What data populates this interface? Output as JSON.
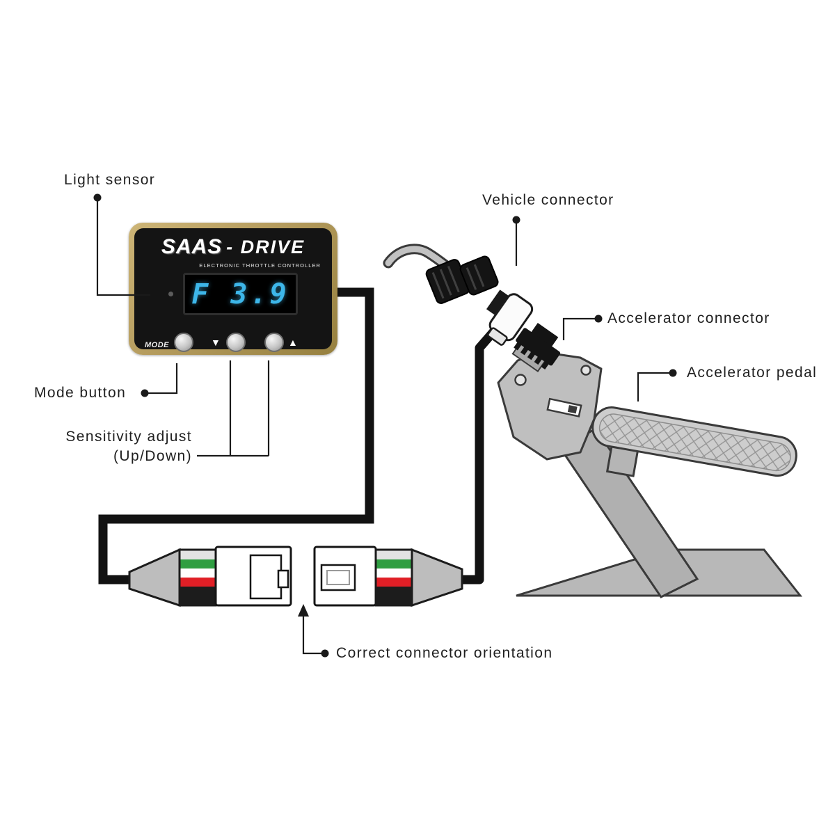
{
  "device": {
    "brand": "SAAS",
    "brand_suffix": "- DRIVE",
    "subtitle": "ELECTRONIC THROTTLE CONTROLLER",
    "display_value": "F 3.9",
    "mode_label": "MODE",
    "down_glyph": "▼",
    "up_glyph": "▲"
  },
  "labels": {
    "light_sensor": "Light sensor",
    "vehicle_connector": "Vehicle connector",
    "accelerator_connector": "Accelerator connector",
    "accelerator_pedal": "Accelerator pedal",
    "mode_button": "Mode button",
    "sensitivity_line1": "Sensitivity adjust",
    "sensitivity_line2": "(Up/Down)",
    "correct_connector": "Correct connector orientation"
  },
  "colors": {
    "display_digits": "#3db6e9",
    "device_frame_gold": "#b59c5e",
    "device_body": "#141414",
    "stripe_green": "#2f9e41",
    "stripe_red": "#e01f26",
    "cable_black": "#121212",
    "metal_gray": "#bfbfbf"
  }
}
